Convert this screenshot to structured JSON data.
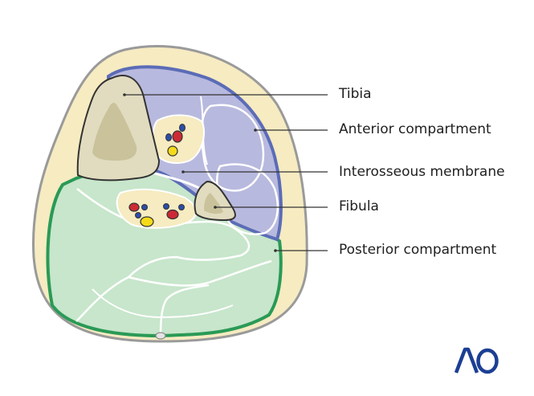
{
  "labels": {
    "tibia": "Tibia",
    "anterior": "Anterior compartment",
    "interosseous": "Interosseous membrane",
    "fibula": "Fibula",
    "posterior": "Posterior compartment"
  },
  "logo": {
    "text": "AO",
    "color": "#1c3f94"
  },
  "colors": {
    "skin_outline": "#9a9a9a",
    "subcutaneous": "#f6ebc1",
    "anterior_fill": "#b8b9de",
    "anterior_border": "#5b6cb7",
    "posterior_fill": "#c7e6cb",
    "posterior_border": "#2a9a56",
    "bone": "#e1dcbf",
    "bone_marrow": "#c9c29b",
    "artery": "#cc2a36",
    "vein": "#2c4ea8",
    "nerve": "#f5da1a"
  }
}
